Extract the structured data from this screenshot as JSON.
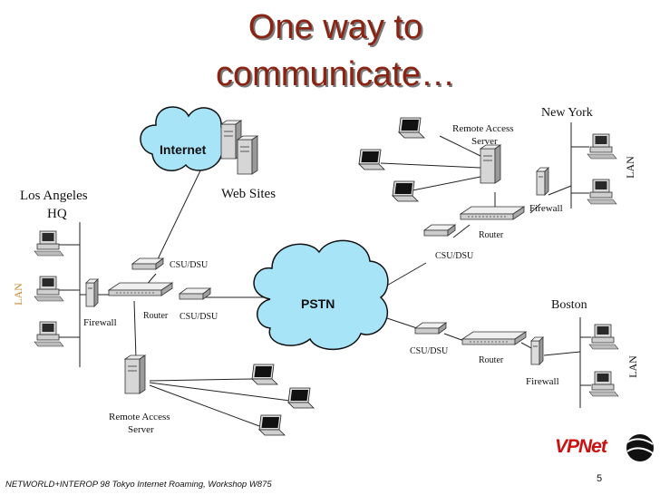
{
  "title": {
    "line1": "One way to",
    "line2": "communicate…"
  },
  "clouds": {
    "internet": "Internet",
    "pstn": "PSTN"
  },
  "labels": {
    "web_sites": "Web Sites",
    "la": "Los Angeles",
    "hq": "HQ",
    "la_lan": "LAN",
    "la_firewall": "Firewall",
    "la_router": "Router",
    "la_csu_top": "CSU/DSU",
    "la_csu_right": "CSU/DSU",
    "la_ras1": "Remote Access",
    "la_ras2": "Server",
    "ny": "New York",
    "ny_ras1": "Remote Access",
    "ny_ras2": "Server",
    "ny_lan": "LAN",
    "ny_firewall": "Firewall",
    "ny_router": "Router",
    "ny_csu": "CSU/DSU",
    "boston": "Boston",
    "bos_csu": "CSU/DSU",
    "bos_router": "Router",
    "bos_firewall": "Firewall",
    "bos_lan": "LAN"
  },
  "logo": "VPNet",
  "footer": "NETWORLD+INTEROP 98 Tokyo Internet Roaming, Workshop W875",
  "page_number": "5",
  "colors": {
    "title": "#8B2313",
    "cloud": "#a8e4f8",
    "lan": "#cc8833",
    "logo": "#cc1111"
  }
}
